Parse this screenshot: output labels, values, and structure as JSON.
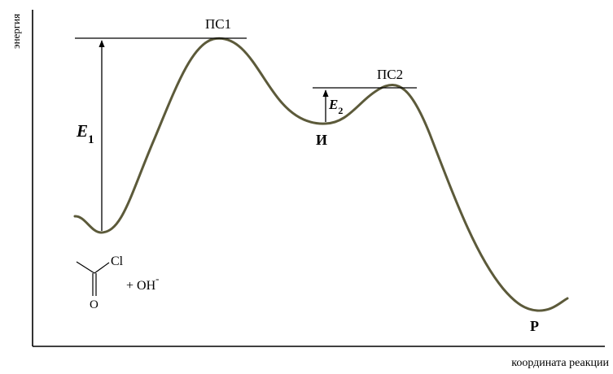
{
  "diagram": {
    "axes": {
      "y_label": "энергия",
      "x_label": "координата реакции"
    },
    "states": {
      "ts1": "ПС1",
      "ts2": "ПС2",
      "intermediate": "И",
      "product": "P"
    },
    "energies": {
      "e1_letter": "E",
      "e1_sub": "1",
      "e2_letter": "E",
      "e2_sub": "2"
    },
    "reactant": {
      "cl": "Cl",
      "o": "O",
      "plus_oh": "+ OH",
      "charge": "-"
    },
    "colors": {
      "curve": "#5c5a3a",
      "ink": "#000000",
      "background": "#ffffff"
    }
  }
}
